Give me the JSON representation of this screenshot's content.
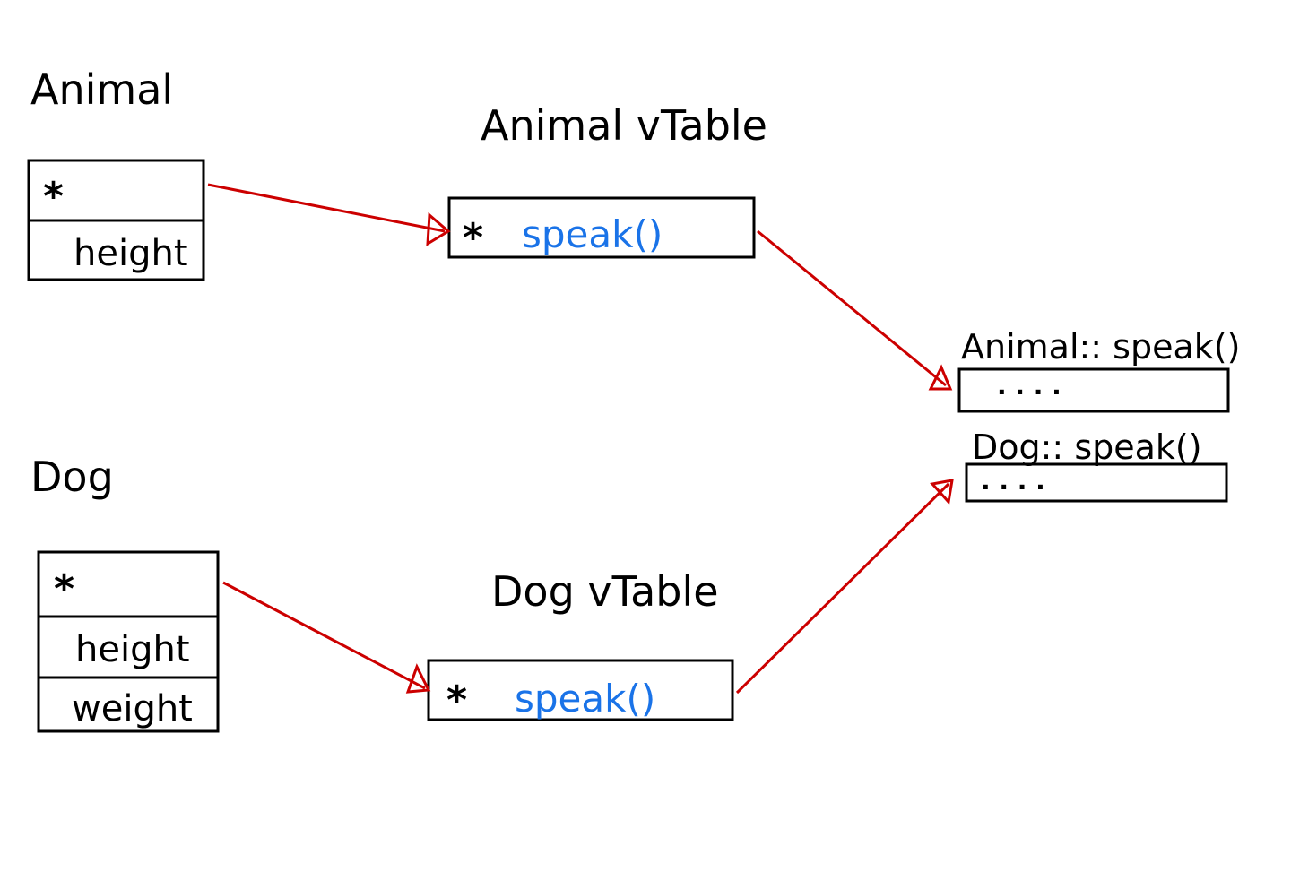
{
  "colors": {
    "ink": "#000000",
    "arrow": "#cc0000",
    "method": "#1a73e8"
  },
  "animal": {
    "title": "Animal",
    "ptr_symbol": "*",
    "fields": [
      "height"
    ]
  },
  "animal_vtable": {
    "title": "Animal vTable",
    "ptr_symbol": "*",
    "method": "speak()"
  },
  "dog": {
    "title": "Dog",
    "ptr_symbol": "*",
    "fields": [
      "height",
      "weight"
    ]
  },
  "dog_vtable": {
    "title": "Dog vTable",
    "ptr_symbol": "*",
    "method": "speak()"
  },
  "implementations": {
    "animal_speak": {
      "label": "Animal:: speak()",
      "body": ". . . ."
    },
    "dog_speak": {
      "label": "Dog:: speak()",
      "body": ". . . ."
    }
  }
}
